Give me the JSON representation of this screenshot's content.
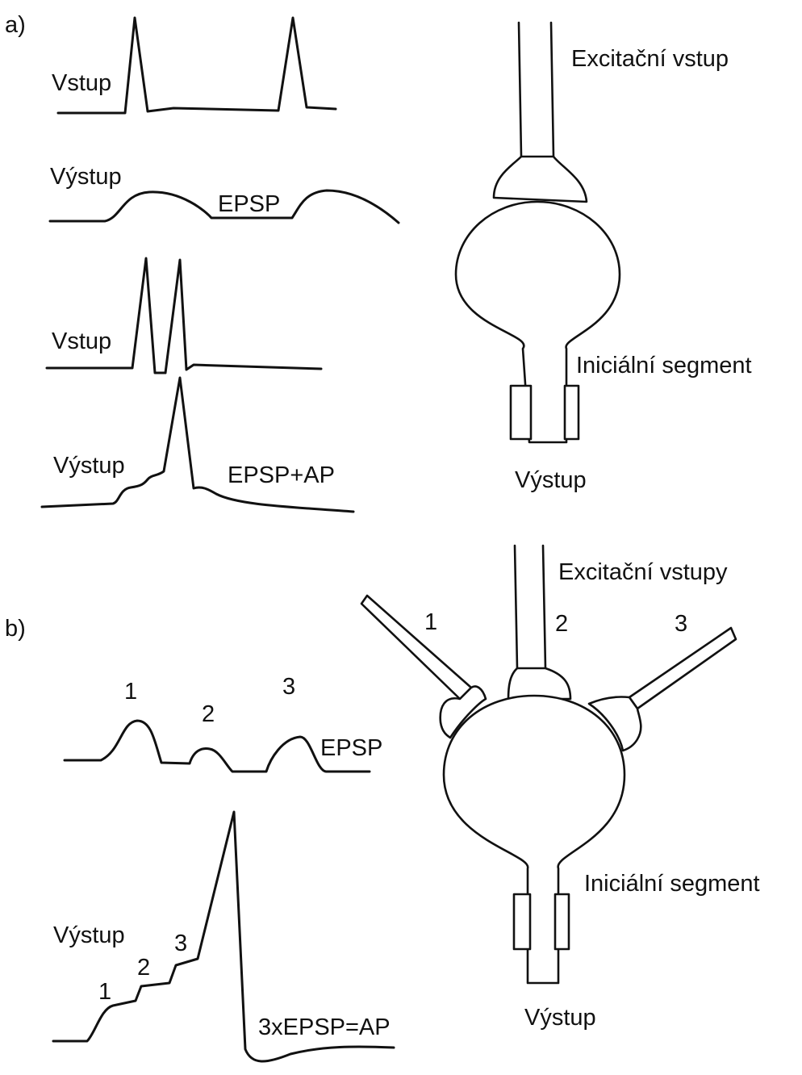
{
  "panel_a": {
    "label": "a)",
    "traces": {
      "input_1": "Vstup",
      "output_1": "Výstup",
      "output_1_note": "EPSP",
      "input_2": "Vstup",
      "output_2": "Výstup",
      "output_2_note": "EPSP+AP"
    },
    "neuron": {
      "input_label": "Excitační vstup",
      "segment_label": "Iniciální segment",
      "output_label": "Výstup"
    }
  },
  "panel_b": {
    "label": "b)",
    "traces": {
      "epsp_numbers": [
        "1",
        "2",
        "3"
      ],
      "epsp_label": "EPSP",
      "output_label": "Výstup",
      "step_numbers": [
        "1",
        "2",
        "3"
      ],
      "sum_label": "3xEPSP=AP"
    },
    "neuron": {
      "input_label": "Excitační vstupy",
      "input_numbers": [
        "1",
        "2",
        "3"
      ],
      "segment_label": "Iniciální segment",
      "output_label": "Výstup"
    }
  }
}
